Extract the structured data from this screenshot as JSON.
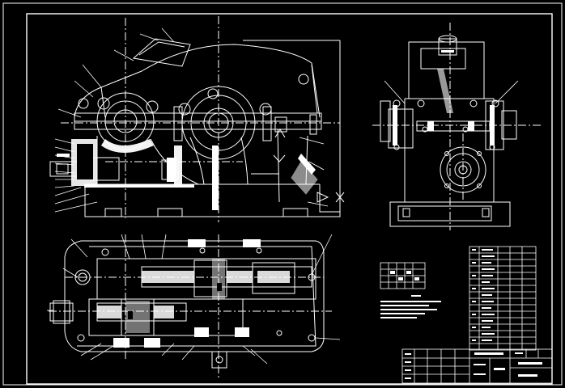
{
  "drawing": {
    "background": "#000000",
    "line_color": "#ffffff",
    "center_line_color": "#e8e8e8",
    "dark_fill": "#000000"
  },
  "views": [
    {
      "name": "front-elevation-view"
    },
    {
      "name": "side-elevation-view"
    },
    {
      "name": "top-plan-view"
    }
  ],
  "tables": [
    {
      "name": "technical-characteristics-table"
    },
    {
      "name": "parts-list-table"
    },
    {
      "name": "title-block"
    }
  ]
}
